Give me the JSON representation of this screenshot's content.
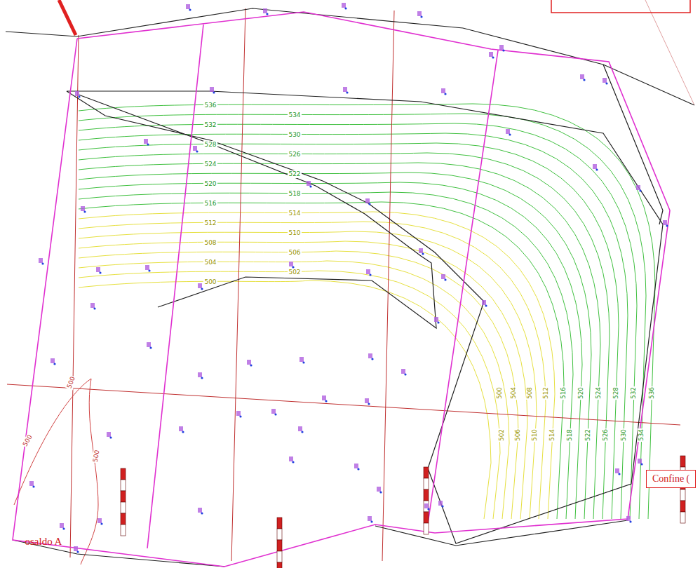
{
  "diagram": {
    "nodes": [
      {
        "text": [
          "Confine ("
        ]
      }
    ],
    "labels": [
      "500",
      "500",
      "502",
      "502",
      "504",
      "504",
      "506",
      "506",
      "508",
      "508",
      "510",
      "510",
      "512",
      "512",
      "514",
      "514",
      "516",
      "516",
      "518",
      "518",
      "520",
      "520",
      "522",
      "522",
      "524",
      "524",
      "526",
      "526",
      "528",
      "528",
      "530",
      "530",
      "532",
      "532",
      "534",
      "534",
      "536",
      "536",
      "500",
      "500",
      "500",
      "osaldo A"
    ]
  }
}
